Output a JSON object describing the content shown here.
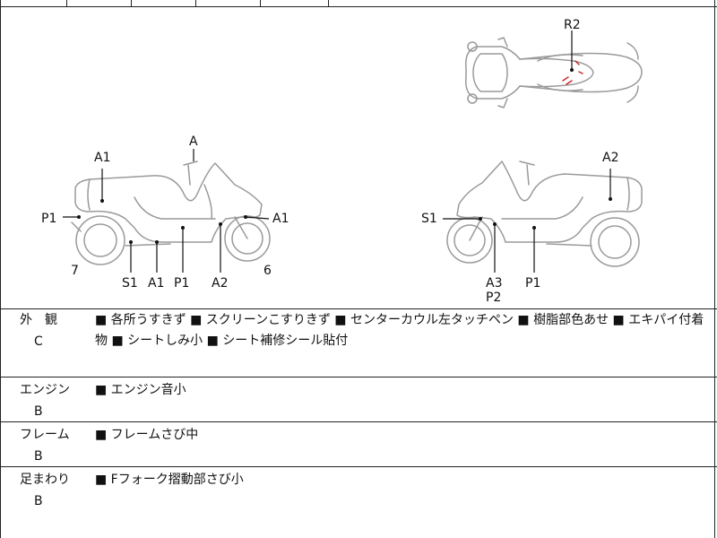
{
  "labels": {
    "top": {
      "R2": "R2"
    },
    "left": {
      "A": "A",
      "A1_top": "A1",
      "P1": "P1",
      "A1_right": "A1",
      "num7": "7",
      "num6": "6",
      "S1": "S1",
      "A1_bottom": "A1",
      "P1_bottom": "P1",
      "A2_bottom": "A2"
    },
    "right": {
      "A2": "A2",
      "S1": "S1",
      "A3": "A3",
      "P2": "P2",
      "P1": "P1"
    }
  },
  "rows": [
    {
      "category": "外　観",
      "grade": "C",
      "description": "■ 各所うすきず ■ スクリーンこすりきず ■ センターカウル左タッチペン ■ 樹脂部色あせ ■ エキパイ付着物 ■ シートしみ小 ■ シート補修シール貼付"
    },
    {
      "category": "エンジン",
      "grade": "B",
      "description": "■ エンジン音小"
    },
    {
      "category": "フレーム",
      "grade": "B",
      "description": "■ フレームさび中"
    },
    {
      "category": "足まわり",
      "grade": "B",
      "description": "■ Fフォーク摺動部さび小"
    }
  ]
}
